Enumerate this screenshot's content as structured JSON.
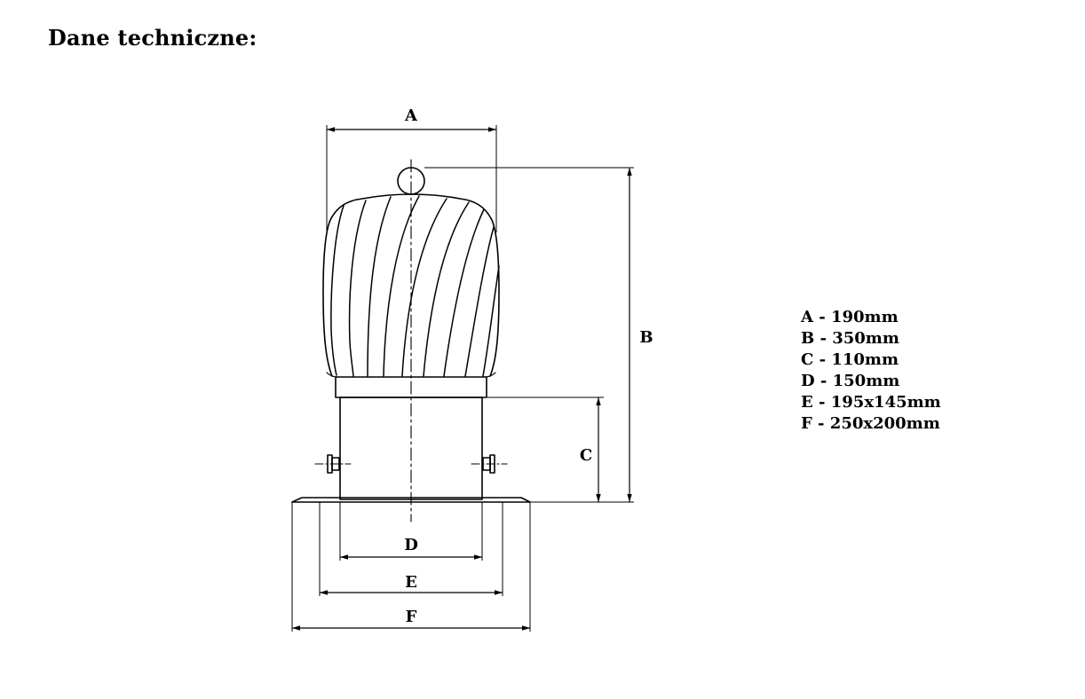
{
  "title": "Dane techniczne:",
  "dimension_labels": {
    "A": "A",
    "B": "B",
    "C": "C",
    "D": "D",
    "E": "E",
    "F": "F"
  },
  "specs": [
    {
      "letter": "A",
      "value": "190mm"
    },
    {
      "letter": "B",
      "value": "350mm"
    },
    {
      "letter": "C",
      "value": "110mm"
    },
    {
      "letter": "D",
      "value": "150mm"
    },
    {
      "letter": "E",
      "value": "195x145mm"
    },
    {
      "letter": "F",
      "value": "250x200mm"
    }
  ]
}
